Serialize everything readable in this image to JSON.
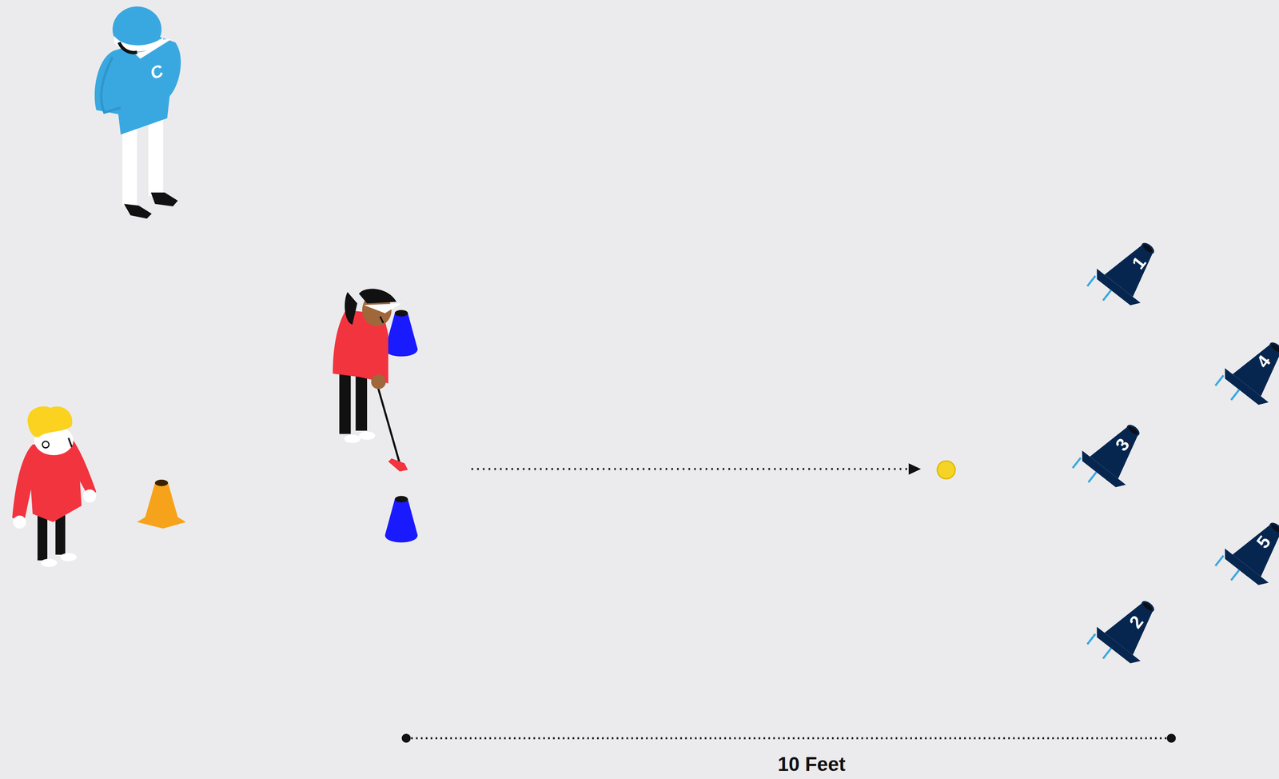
{
  "diagram": {
    "labels": [
      "C",
      "1",
      "4",
      "3",
      "5",
      "2",
      "10 Feet"
    ]
  }
}
